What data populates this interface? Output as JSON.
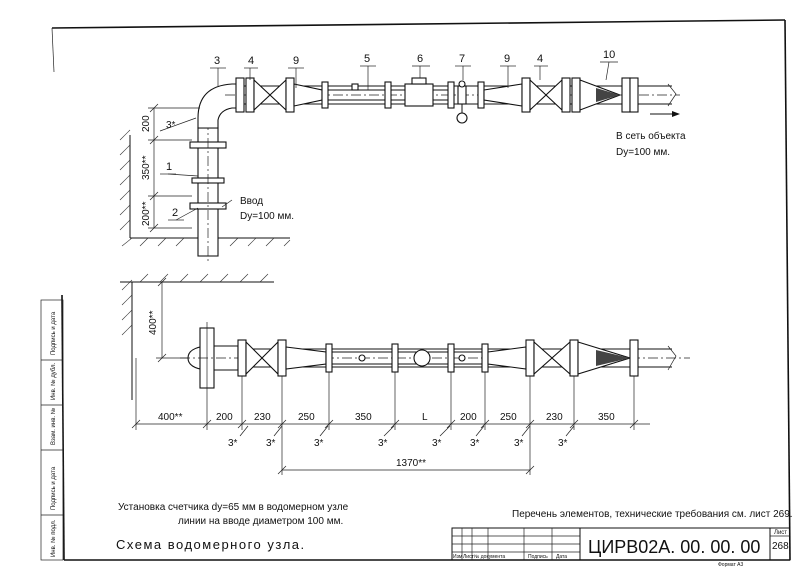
{
  "callouts": {
    "c1": "1",
    "c2": "2",
    "c3": "3",
    "c4a": "4",
    "c4b": "4",
    "c5": "5",
    "c6": "6",
    "c7": "7",
    "c9a": "9",
    "c9b": "9",
    "c10": "10"
  },
  "top_view": {
    "inlet_title": "Ввод",
    "inlet_size": "Dy=100 мм.",
    "outlet_title": "В сеть объекта",
    "outlet_size": "Dy=100 мм.",
    "dim_200_top": "200",
    "dim_350": "350**",
    "dim_200_bottom": "200**",
    "weld": "3*"
  },
  "plan_view": {
    "dim_vertical": "400**",
    "dims": [
      "400**",
      "200",
      "230",
      "250",
      "350",
      "L",
      "200",
      "250",
      "230",
      "350"
    ],
    "weld_marks": [
      "3*",
      "3*",
      "3*",
      "3*",
      "3*",
      "3*",
      "3*",
      "3*"
    ],
    "overall": "1370**"
  },
  "notes": {
    "left_line1": "Установка счетчика dy=65 мм в водомерном узле",
    "left_line2": "линии на вводе диаметром 100 мм.",
    "right": "Перечень элементов, технические требования см. лист 269.",
    "title": "Схема водомерного узла."
  },
  "stamp": {
    "col_izm": "Изм",
    "col_list": "Лист",
    "col_doc": "№ документа",
    "col_sign": "Подпись",
    "col_date": "Дата",
    "code": "ЦИРВ02А. 00. 00. 00",
    "sheet_label": "Лист",
    "sheet_no": "268",
    "format": "Формат А3"
  },
  "side_stamp": [
    "Подпись и дата",
    "Инв. № дубл.",
    "Взам. инв. №",
    "Подпись и дата",
    "Инв. № подл."
  ]
}
